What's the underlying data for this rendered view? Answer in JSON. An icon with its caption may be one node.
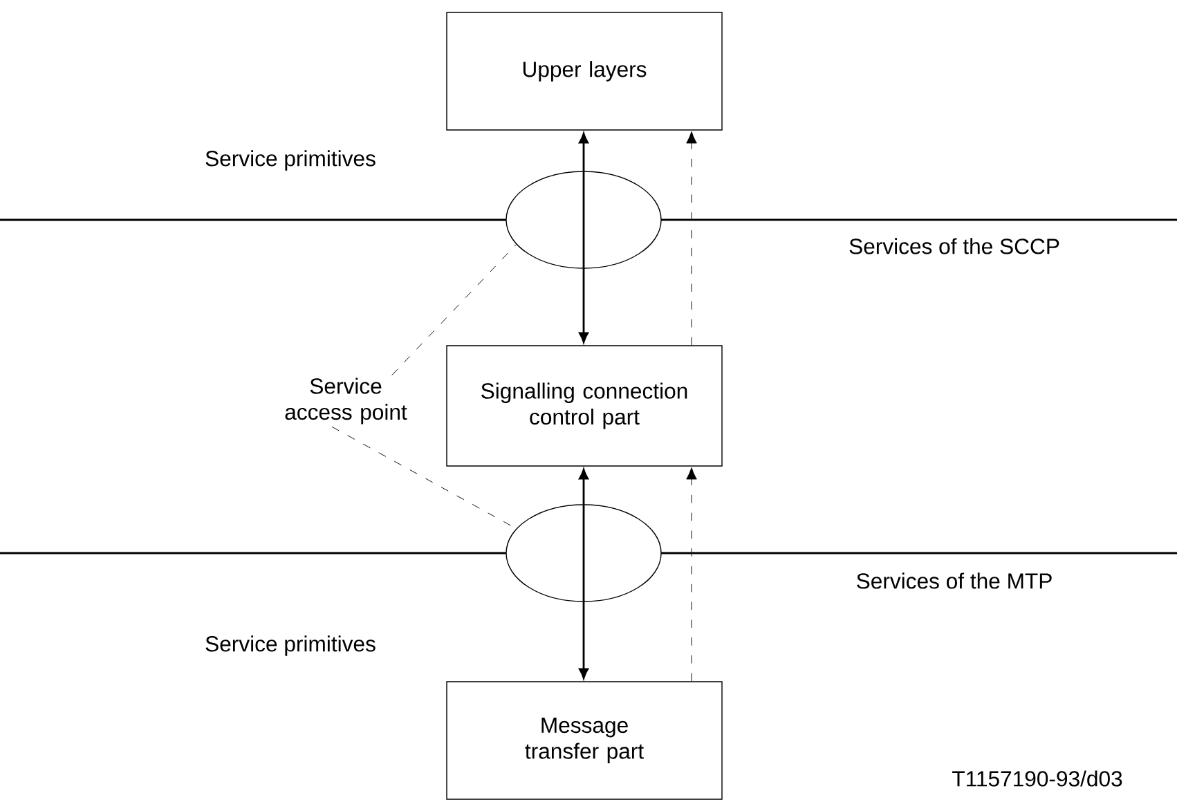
{
  "diagram": {
    "nodes": [
      {
        "text": [
          "Upper layers"
        ]
      },
      {
        "text": [
          "Signalling connection control part"
        ]
      },
      {
        "text": [
          "Message transfer part"
        ]
      },
      {
        "text": [],
        "shape": "ellipse"
      },
      {
        "text": [],
        "shape": "ellipse"
      },
      {
        "text": [
          "Service access point"
        ]
      }
    ],
    "edges": [
      {
        "from": 3,
        "to": 0,
        "arrow": "to"
      },
      {
        "from": 3,
        "to": 1,
        "arrow": "to"
      },
      {
        "from": 1,
        "to": 0,
        "arrow": "to",
        "style": "dashed"
      },
      {
        "from": 4,
        "to": 1,
        "arrow": "to"
      },
      {
        "from": 4,
        "to": 2,
        "arrow": "to"
      },
      {
        "from": 2,
        "to": 1,
        "arrow": "to",
        "style": "dashed"
      },
      {
        "from": 5,
        "to": 3,
        "arrow": "none",
        "style": "dashed"
      },
      {
        "from": 5,
        "to": 4,
        "arrow": "none",
        "style": "dashed"
      }
    ],
    "labels": [
      "Service primitives",
      "Services of the SCCP",
      "Services of the MTP",
      "Service primitives",
      "T1157190-93/d03"
    ]
  }
}
